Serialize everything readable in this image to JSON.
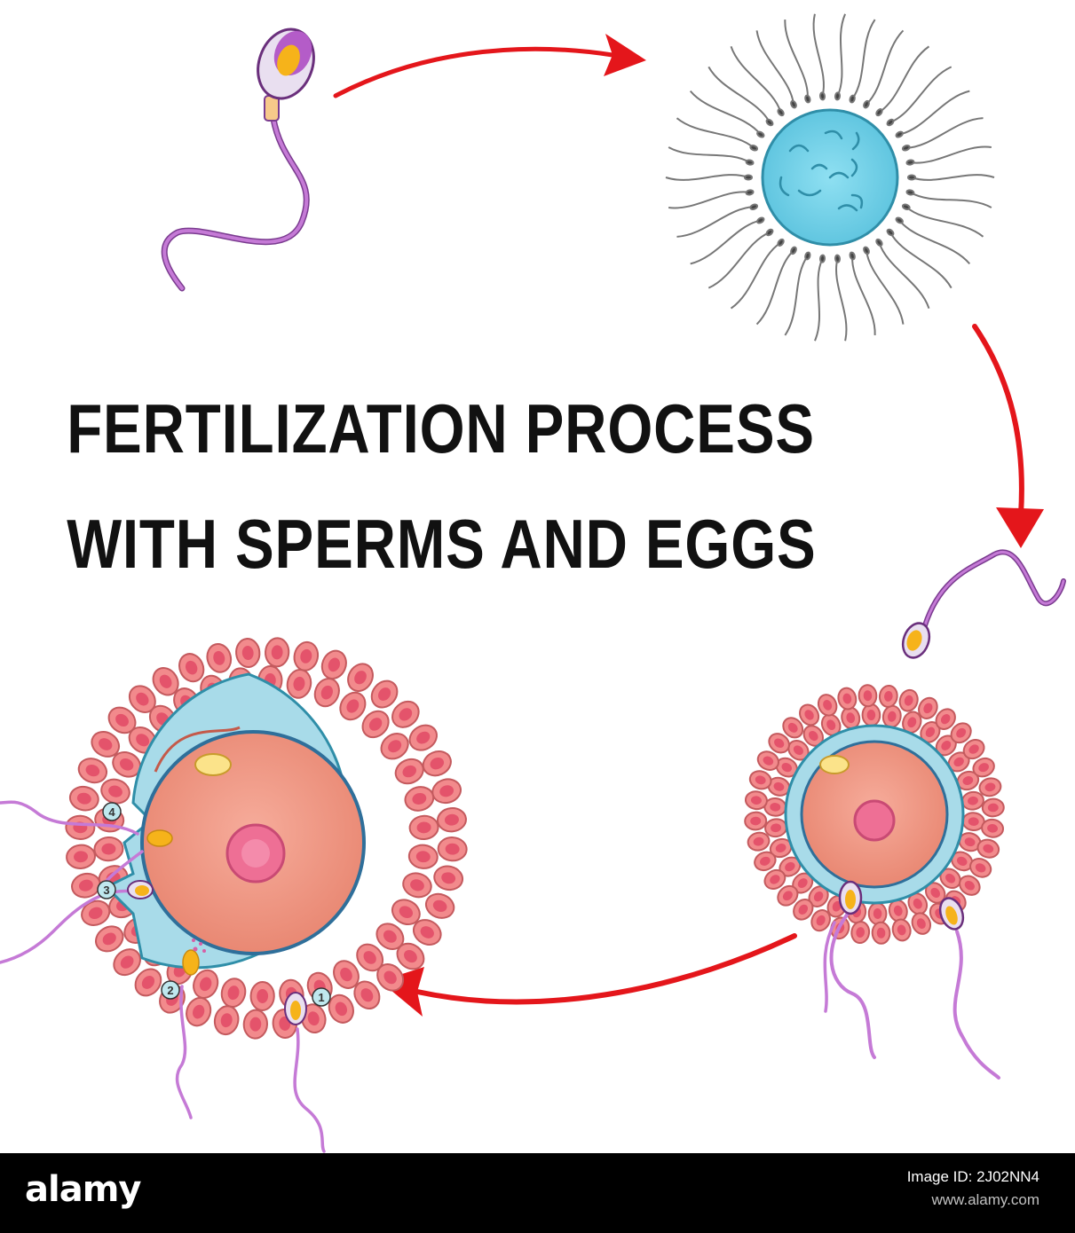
{
  "title": {
    "line1": "FERTILIZATION PROCESS",
    "line2": "WITH SPERMS AND EGGS"
  },
  "stage_labels": [
    "1",
    "2",
    "3",
    "4"
  ],
  "footer": {
    "brand": "alamy",
    "image_id": "Image ID: 2J02NN4",
    "website": "www.alamy.com"
  },
  "colors": {
    "arrow": "#e4161b",
    "sperm_tail": "#b85fc9",
    "sperm_head": "#f6b31a",
    "egg_blue": "#a8dbe9",
    "egg_body": "#f09a86",
    "nucleus": "#ee6f95",
    "corona_cell": "#f28a8c"
  }
}
